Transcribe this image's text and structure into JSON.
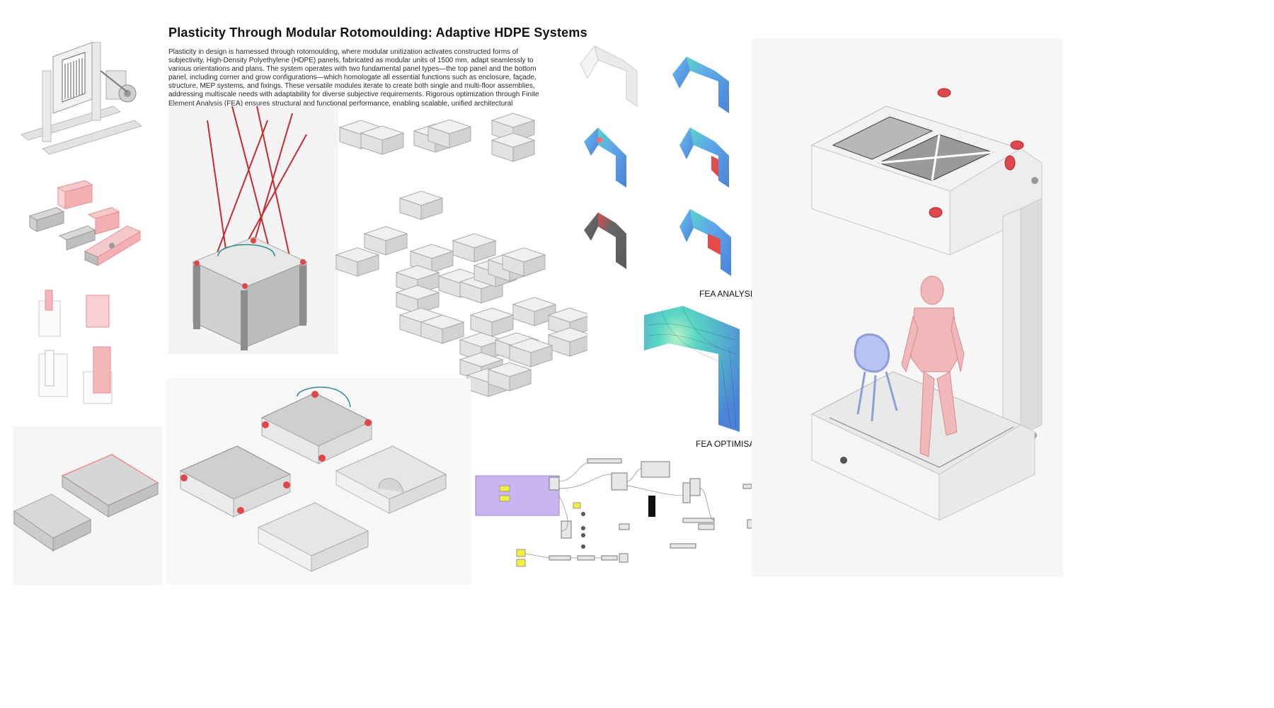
{
  "header": {
    "title": "Plasticity Through Modular Rotomoulding: Adaptive HDPE Systems",
    "intro": "Plasticity in design is harnessed through rotomoulding, where modular unitization activates constructed forms of subjectivity. High-Density Polyethylene (HDPE) panels, fabricated as modular units of 1500 mm, adapt seamlessly to various orientations and plans. The system operates with two fundamental panel types—the top panel and the bottom panel, including corner and grow configurations—which homologate all essential functions such as enclosure, façade, structure, MEP systems, and fixings. These versatile modules iterate to create both single and multi-floor assemblies, addressing multiscale needs with adaptability for diverse subjective requirements. Rigorous optimization through Finite Element Analysis (FEA) ensures structural and functional performance, enabling scalable, unified architectural solutions."
  },
  "captions": {
    "fea_analysis": "FEA ANALYSIS",
    "fea_optimisation": "FEA OPTIMISATION"
  },
  "colors": {
    "accent_red": "#e0474c",
    "pink_fill": "#f4b7b9",
    "fea_blue": "#4c82d8",
    "fea_cyan": "#59d6c4",
    "grasshopper_purple": "#c9b6f0",
    "grasshopper_yellow": "#f2ef3c",
    "gray_light": "#e6e6e6",
    "gray_mid": "#bdbdbd",
    "gray_dark": "#7a7a7a"
  },
  "icons": {
    "fea_optimisation": "fea-mesh-icon",
    "grasshopper_canvas": "node-graph-icon"
  }
}
